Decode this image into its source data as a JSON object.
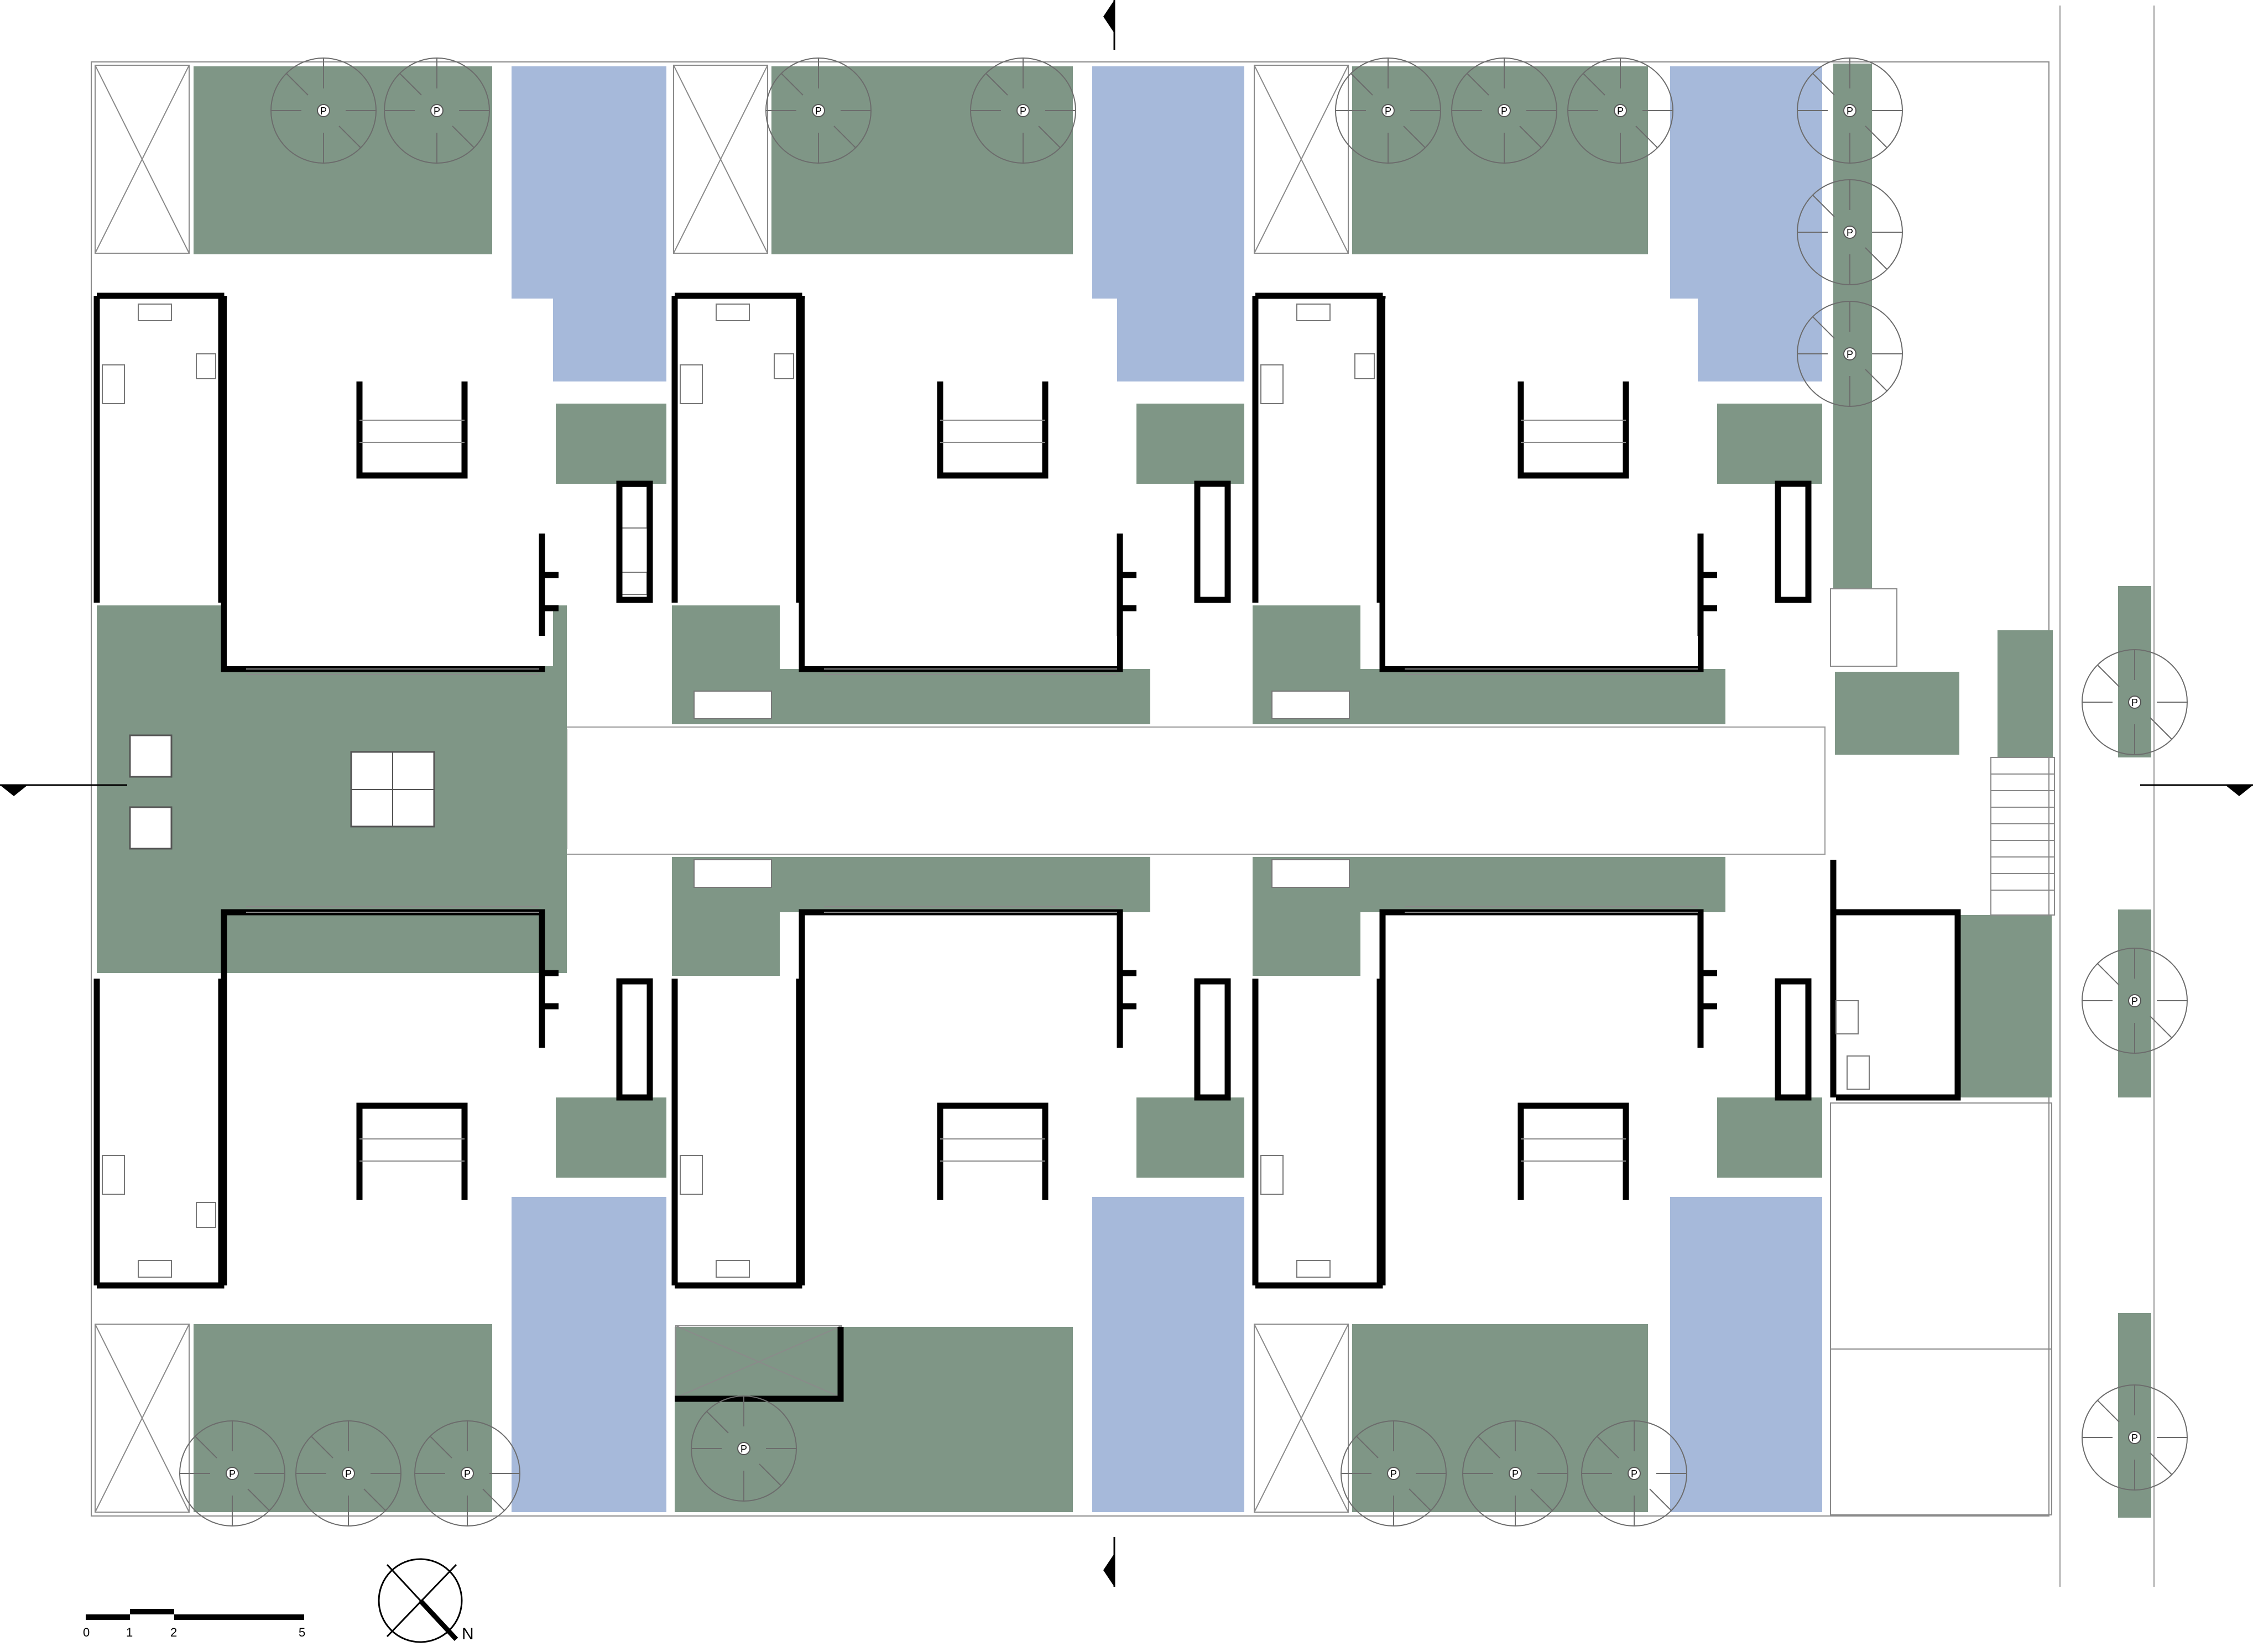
{
  "colors": {
    "garden": "#7f9686",
    "pool": "#a6b9da",
    "wall": "#000000",
    "line": "#999999"
  },
  "tree_marker": "P",
  "scale_bar": {
    "labels": [
      "0",
      "1",
      "2",
      "5"
    ]
  },
  "north_arrow": {
    "label": "N"
  }
}
